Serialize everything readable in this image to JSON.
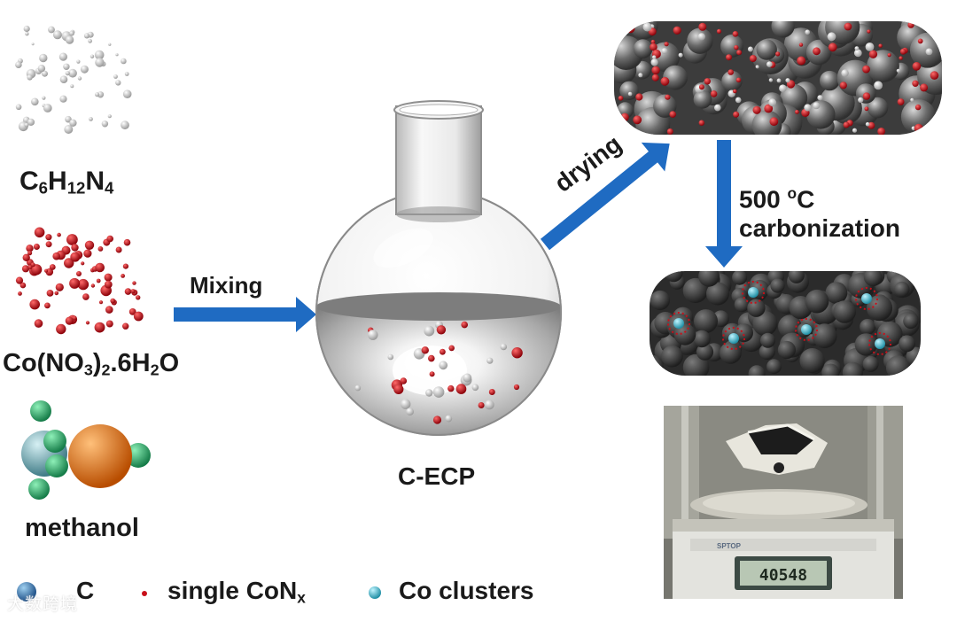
{
  "labels": {
    "reagent_hmt": {
      "base1": "C",
      "sub1": "6",
      "base2": "H",
      "sub2": "12",
      "base3": "N",
      "sub3": "4"
    },
    "reagent_cobalt": {
      "t1": "Co(NO",
      "s1": "3",
      "t2": ")",
      "s2": "2",
      "t3": ".6H",
      "s3": "2",
      "t4": "O"
    },
    "reagent_methanol": "methanol",
    "step_mixing": "Mixing",
    "product_flask": "C-ECP",
    "step_drying": "drying",
    "step_temperature": {
      "num": "500 ",
      "sup": "o",
      "unit": "C"
    },
    "step_carbonization": "carbonization"
  },
  "legend": {
    "carbon": "C",
    "single": {
      "text": "single CoN",
      "sub": "x"
    },
    "clusters": "Co clusters"
  },
  "balance_display": "40548",
  "balance_brand": "SPTOP",
  "watermark": "大数跨境",
  "colors": {
    "arrow": "#1f6bc2",
    "carbon_sphere": "#5a5a5a",
    "cobalt_red": "#c8101a",
    "co_cluster": "#46b4c8",
    "methanol_orange": "#e8761a",
    "methanol_green": "#2ea868",
    "methanol_teal": "#5e9aa6"
  }
}
